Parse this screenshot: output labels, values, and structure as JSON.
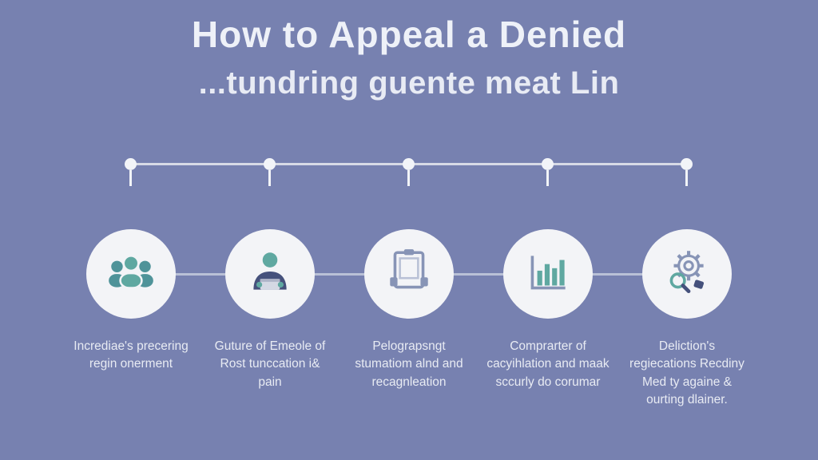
{
  "title": "How to Appeal a Denied",
  "subtitle": "...tundring guente meat Lin",
  "colors": {
    "background": "#7781b0",
    "heading_text": "#eef1f8",
    "caption_text": "#e8ebf3",
    "circle_fill": "#f3f4f7",
    "timeline": "#d7dae6",
    "connector": "#b9c0d6",
    "icon_teal": "#5fa8a1",
    "icon_teal_dark": "#4f9399",
    "icon_slate": "#8794b6",
    "icon_dark": "#45517c"
  },
  "timeline": {
    "pin_count": 5
  },
  "steps": [
    {
      "icon": "people-group-icon",
      "caption": "Incrediae's precering regin onerment"
    },
    {
      "icon": "person-writing-icon",
      "caption": "Guture of Emeole of Rost tunccation i& pain"
    },
    {
      "icon": "clipboard-icon",
      "caption": "Pelograpsngt stumatiom alnd and recagnleation"
    },
    {
      "icon": "bar-chart-icon",
      "caption": "Comprarter of cacyihlation and maak sccurly do corumar"
    },
    {
      "icon": "gear-search-icon",
      "caption": "Deliction's regiecations Recdiny Med ty againe & ourting dlainer."
    }
  ]
}
